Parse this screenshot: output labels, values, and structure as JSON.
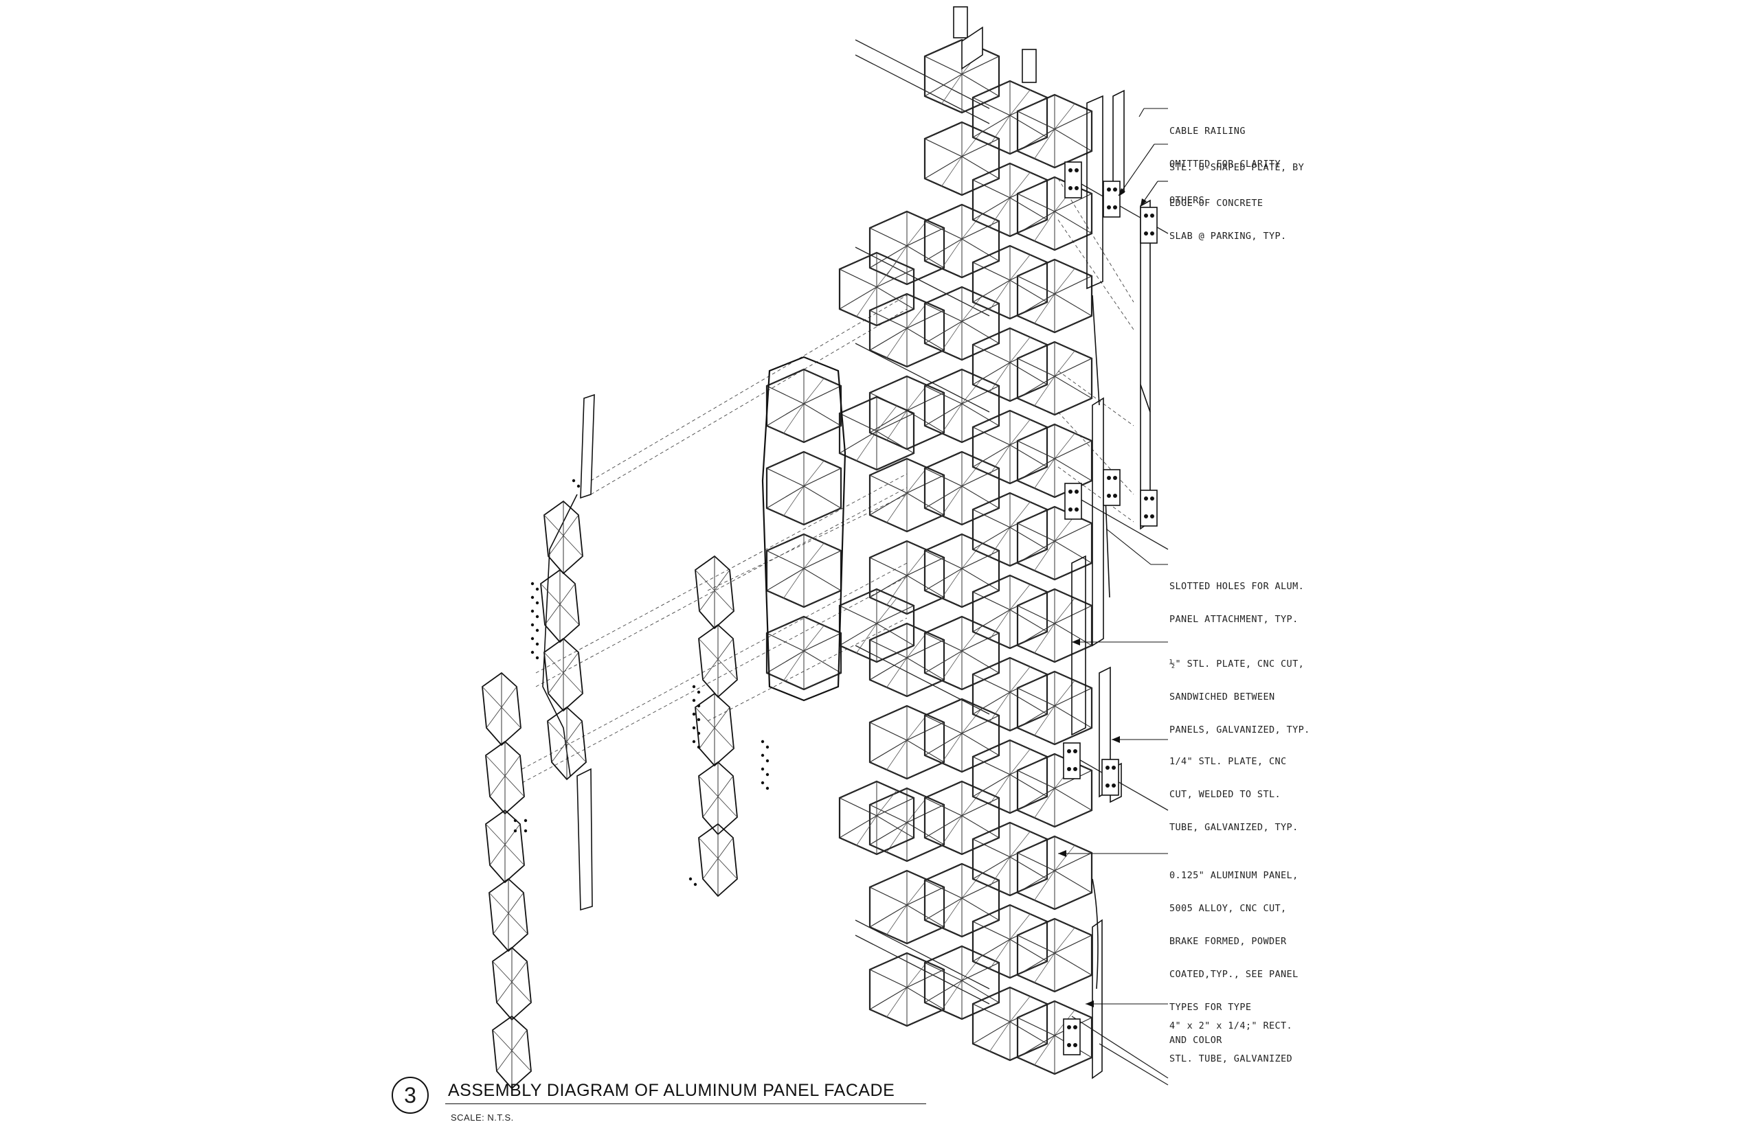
{
  "annotations": [
    {
      "id": "cable-railing",
      "lines": [
        "CABLE RAILING",
        "OMITTED FOR CLARITY"
      ]
    },
    {
      "id": "u-shaped-plate",
      "lines": [
        "STL. U-SHAPED PLATE, BY",
        "OTHERS"
      ]
    },
    {
      "id": "concrete-slab-edge",
      "lines": [
        "EDGE OF CONCRETE",
        "SLAB @ PARKING, TYP."
      ]
    },
    {
      "id": "slotted-holes",
      "lines": [
        "SLOTTED HOLES FOR ALUM.",
        "PANEL ATTACHMENT, TYP."
      ]
    },
    {
      "id": "half-inch-plate",
      "lines": [
        "½\" STL. PLATE, CNC CUT,",
        "SANDWICHED BETWEEN",
        "PANELS, GALVANIZED, TYP."
      ]
    },
    {
      "id": "quarter-inch-plate",
      "lines": [
        "1/4\" STL. PLATE, CNC",
        "CUT, WELDED TO STL.",
        "TUBE, GALVANIZED, TYP."
      ]
    },
    {
      "id": "aluminum-panel",
      "lines": [
        "0.125\" ALUMINUM PANEL,",
        "5005 ALLOY, CNC CUT,",
        "BRAKE FORMED, POWDER",
        "COATED,TYP., SEE PANEL",
        "TYPES FOR TYPE",
        "AND COLOR"
      ]
    },
    {
      "id": "rect-tube",
      "lines": [
        "4\" x 2\" x 1/4;\" RECT.",
        "STL. TUBE, GALVANIZED"
      ]
    }
  ],
  "title_block": {
    "number": "3",
    "title": "ASSEMBLY DIAGRAM OF ALUMINUM PANEL FACADE",
    "scale": "SCALE: N.T.S."
  }
}
